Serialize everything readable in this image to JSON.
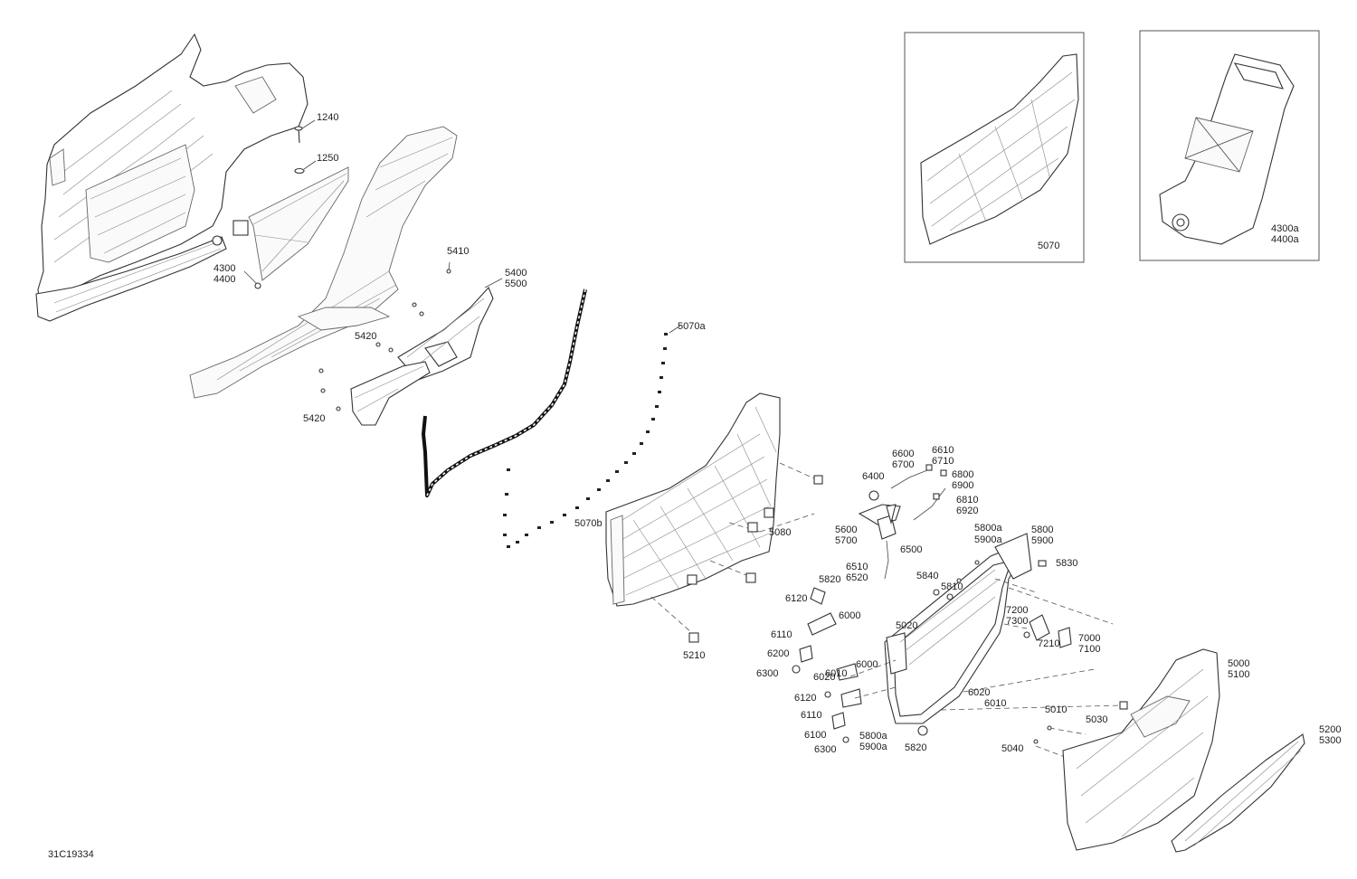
{
  "diagram_code": "31C19334",
  "labels": [
    {
      "text": "1240"
    },
    {
      "text": "1250"
    },
    {
      "text": "4300"
    },
    {
      "text": "4400"
    },
    {
      "text": "5410"
    },
    {
      "text": "5400"
    },
    {
      "text": "5500"
    },
    {
      "text": "5420"
    },
    {
      "text": "5420"
    },
    {
      "text": "5070a"
    },
    {
      "text": "5070b"
    },
    {
      "text": "5080"
    },
    {
      "text": "5210"
    },
    {
      "text": "5070"
    },
    {
      "text": "4300a"
    },
    {
      "text": "4400a"
    },
    {
      "text": "6600"
    },
    {
      "text": "6700"
    },
    {
      "text": "6610"
    },
    {
      "text": "6710"
    },
    {
      "text": "6400"
    },
    {
      "text": "6800"
    },
    {
      "text": "6900"
    },
    {
      "text": "6810"
    },
    {
      "text": "6920"
    },
    {
      "text": "5600"
    },
    {
      "text": "5700"
    },
    {
      "text": "6500"
    },
    {
      "text": "6510"
    },
    {
      "text": "6520"
    },
    {
      "text": "5800a"
    },
    {
      "text": "5900a"
    },
    {
      "text": "5800"
    },
    {
      "text": "5900"
    },
    {
      "text": "5830"
    },
    {
      "text": "5820"
    },
    {
      "text": "5840"
    },
    {
      "text": "5810"
    },
    {
      "text": "6120"
    },
    {
      "text": "6000"
    },
    {
      "text": "5020"
    },
    {
      "text": "7200"
    },
    {
      "text": "7300"
    },
    {
      "text": "7000"
    },
    {
      "text": "7100"
    },
    {
      "text": "7210"
    },
    {
      "text": "6110"
    },
    {
      "text": "6200"
    },
    {
      "text": "6010"
    },
    {
      "text": "6000"
    },
    {
      "text": "6020"
    },
    {
      "text": "6300"
    },
    {
      "text": "6120"
    },
    {
      "text": "6110"
    },
    {
      "text": "6100"
    },
    {
      "text": "6300"
    },
    {
      "text": "6020"
    },
    {
      "text": "6010"
    },
    {
      "text": "5800a"
    },
    {
      "text": "5900a"
    },
    {
      "text": "5820"
    },
    {
      "text": "5000"
    },
    {
      "text": "5100"
    },
    {
      "text": "5010"
    },
    {
      "text": "5030"
    },
    {
      "text": "5040"
    },
    {
      "text": "5200"
    },
    {
      "text": "5300"
    }
  ]
}
